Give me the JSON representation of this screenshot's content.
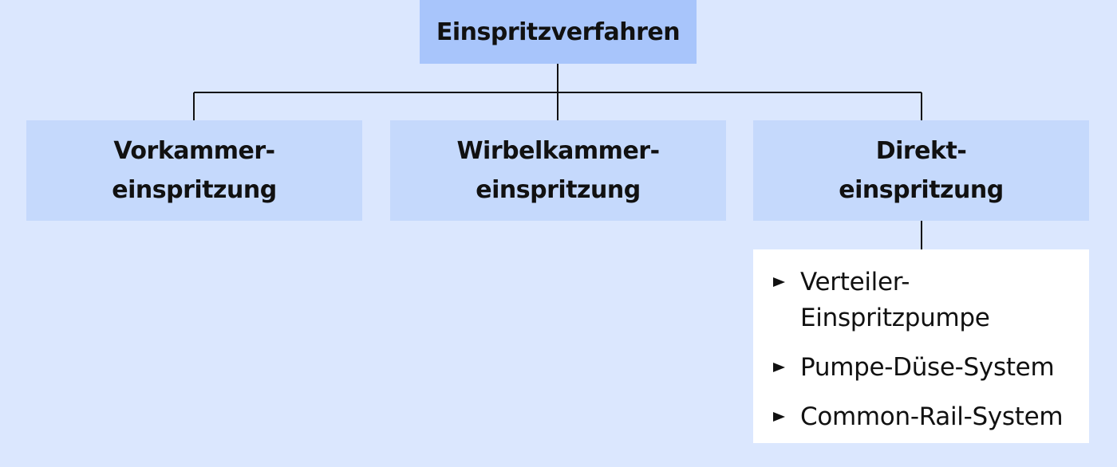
{
  "diagram": {
    "root": {
      "label": "Einspritzverfahren"
    },
    "children": [
      {
        "lines": [
          "Vorkammer-",
          "einspritzung"
        ]
      },
      {
        "lines": [
          "Wirbelkammer-",
          "einspritzung"
        ]
      },
      {
        "lines": [
          "Direkt-",
          "einspritzung"
        ]
      }
    ],
    "details": [
      {
        "lines": [
          "Verteiler-",
          "Einspritzpumpe"
        ]
      },
      {
        "lines": [
          "Pumpe-Düse-System"
        ]
      },
      {
        "lines": [
          "Common-Rail-System"
        ]
      }
    ]
  },
  "colors": {
    "background": "#dbe7fe",
    "root_fill": "#a8c5fb",
    "child_fill": "#c5d9fc",
    "detail_fill": "#ffffff",
    "text": "#111111",
    "connector": "#111111"
  },
  "icons": {
    "bullet": "triangle-right-icon"
  }
}
